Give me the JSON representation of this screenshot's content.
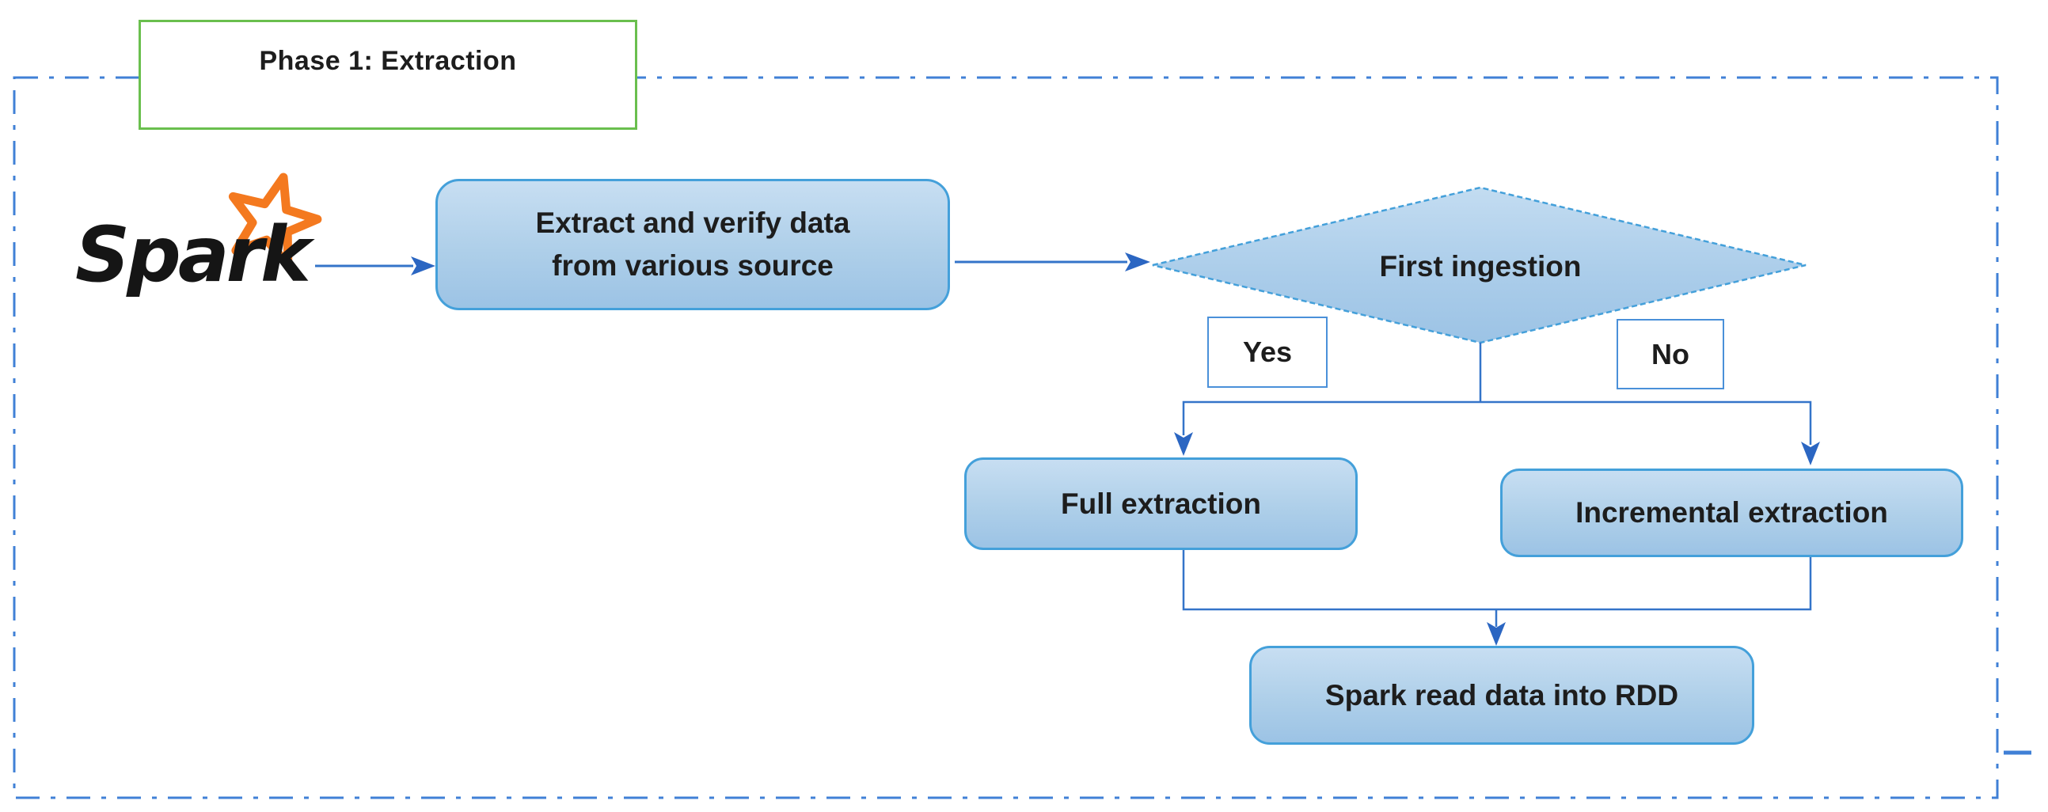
{
  "title_box": {
    "label": "Phase 1: Extraction"
  },
  "logo": {
    "text": "Spark"
  },
  "nodes": {
    "extract": {
      "label": "Extract and verify data\nfrom various source"
    },
    "decision": {
      "label": "First ingestion"
    },
    "yes": {
      "label": "Yes"
    },
    "no": {
      "label": "No"
    },
    "full": {
      "label": "Full extraction"
    },
    "incremental": {
      "label": "Incremental extraction"
    },
    "rdd": {
      "label": "Spark read data into RDD"
    }
  },
  "colors": {
    "dash_border": "#4080d6",
    "line_blue": "#3474c9",
    "head_blue": "#2b66c2",
    "shape_border": "#44a0da",
    "node_fill_top": "#c7def2",
    "node_fill_bottom": "#9cc3e5",
    "tag_border": "#4a90d9",
    "title_border_green": "#6abf4e",
    "star_orange": "#f4791f",
    "text_dark": "#1d1d1d"
  }
}
